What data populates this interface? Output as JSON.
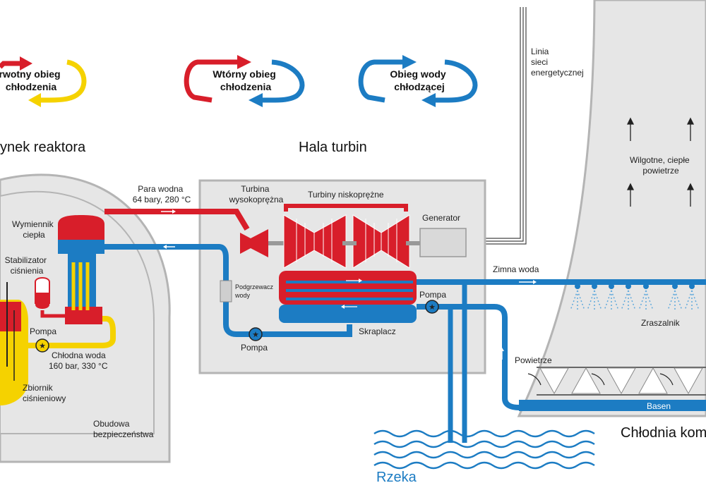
{
  "legend": {
    "primary": [
      "rwotny obieg",
      "chłodzenia"
    ],
    "secondary": [
      "Wtórny obieg",
      "chłodzenia"
    ],
    "cooling": [
      "Obieg wody",
      "chłodzącej"
    ]
  },
  "sections": {
    "reactor_building": "ynek reaktora",
    "turbine_hall": "Hala turbin",
    "cooling_tower": "Chłodnia kom",
    "river": "Rzeka"
  },
  "labels": {
    "power_line": [
      "Linia",
      "sieci",
      "energetycznej"
    ],
    "steam": [
      "Para wodna",
      "64 bary, 280 °C"
    ],
    "hp_turbine": [
      "Turbina",
      "wysokoprężna"
    ],
    "lp_turbines": "Turbiny niskoprężne",
    "generator": "Generator",
    "heat_exchanger": [
      "Wymiennik",
      "ciepła"
    ],
    "pressurizer": [
      "Stabilizator",
      "ciśnienia"
    ],
    "pump_primary": "Pompa",
    "cooling_water": [
      "Chłodna woda",
      "160 bar, 330 °C"
    ],
    "pressure_vessel": [
      "Zbiornik",
      "ciśnieniowy"
    ],
    "containment": [
      "Obudowa",
      "bezpieczeństwa"
    ],
    "preheater": [
      "Podgrzewacz",
      "wody"
    ],
    "pump_secondary": "Pompa",
    "condenser": "Skraplacz",
    "pump_cooling": "Pompa",
    "cold_water": "Zimna woda",
    "humid_air": [
      "Wilgotne, ciepłe",
      "powietrze"
    ],
    "sprinkler": "Zraszalnik",
    "air": "Powietrze",
    "basin": "Basen"
  },
  "colors": {
    "red": "#d81e2a",
    "blue": "#1c7cc3",
    "yellow": "#f5d200",
    "grey_fill": "#e6e6e6",
    "grey_stroke": "#b4b4b4"
  }
}
